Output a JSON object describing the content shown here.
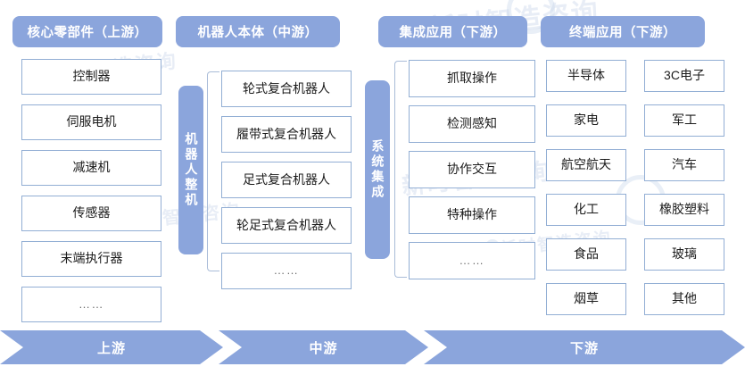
{
  "columns": [
    {
      "key": "upstream",
      "header": "核心零部件（上游）",
      "items": [
        "控制器",
        "伺服电机",
        "减速机",
        "传感器",
        "末端执行器",
        "……"
      ]
    },
    {
      "key": "midstream",
      "header": "机器人本体（中游）",
      "vertical_label": "机器人整机",
      "items": [
        "轮式复合机器人",
        "履带式复合机器人",
        "足式复合机器人",
        "轮足式复合机器人",
        "……"
      ]
    },
    {
      "key": "downstream_integration",
      "header": "集成应用（下游）",
      "vertical_label": "系统集成",
      "items": [
        "抓取操作",
        "检测感知",
        "协作交互",
        "特种操作",
        "……"
      ]
    },
    {
      "key": "downstream_terminal",
      "header": "终端应用（下游）",
      "items_left": [
        "半导体",
        "家电",
        "航空航天",
        "化工",
        "食品",
        "烟草"
      ],
      "items_right": [
        "3C电子",
        "军工",
        "汽车",
        "橡胶塑料",
        "玻璃",
        "其他"
      ]
    }
  ],
  "flow": {
    "segments": [
      "上游",
      "中游",
      "下游"
    ]
  },
  "watermark": {
    "text": "新时智造咨询"
  },
  "colors": {
    "accent": "#8ba5dc",
    "box_border": "#92aed4",
    "bracket": "#a9bcd8",
    "background": "#ffffff",
    "text": "#1b1b1b",
    "header_text": "#ffffff"
  }
}
